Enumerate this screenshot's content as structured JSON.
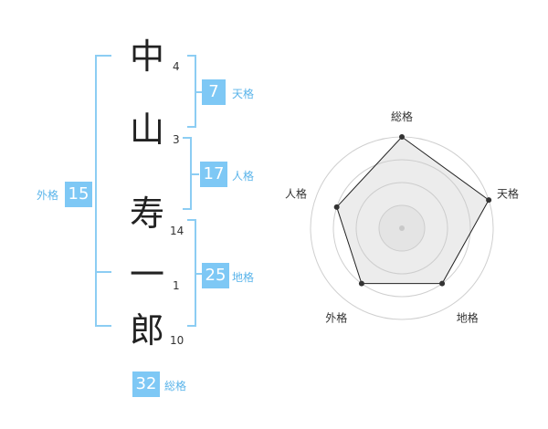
{
  "name": {
    "characters": [
      {
        "char": "中",
        "strokes": "4"
      },
      {
        "char": "山",
        "strokes": "3"
      },
      {
        "char": "寿",
        "strokes": "14"
      },
      {
        "char": "一",
        "strokes": "1"
      },
      {
        "char": "郎",
        "strokes": "10"
      }
    ]
  },
  "fortunes": {
    "tenkaku": {
      "value": "7",
      "label": "天格"
    },
    "jinkaku": {
      "value": "17",
      "label": "人格"
    },
    "chikaku": {
      "value": "25",
      "label": "地格"
    },
    "gaikaku": {
      "value": "15",
      "label": "外格"
    },
    "soukaku": {
      "value": "32",
      "label": "総格"
    }
  },
  "colors": {
    "accent": "#7ec8f5",
    "label": "#5ab4ea",
    "bracket": "#8ccdf3"
  },
  "chart_data": {
    "type": "radar",
    "axes": [
      "総格",
      "天格",
      "地格",
      "外格",
      "人格"
    ],
    "levels": 4,
    "values": [
      4,
      4,
      3,
      3,
      3
    ],
    "max": 4
  }
}
